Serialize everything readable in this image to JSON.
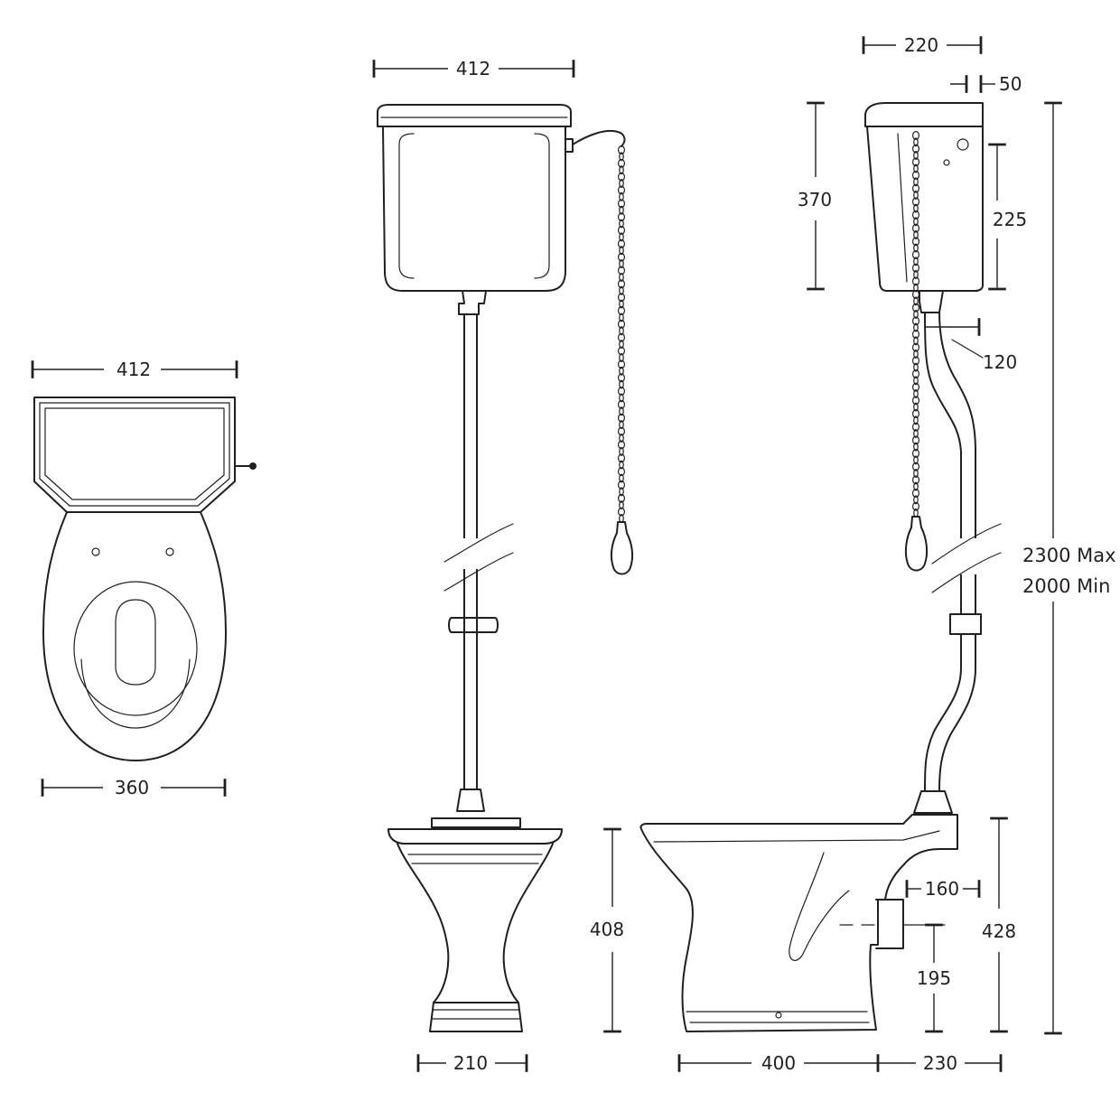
{
  "views": {
    "top": {
      "width_cistern": "412",
      "width_pan": "360"
    },
    "front": {
      "width_cistern": "412",
      "height_pan": "408",
      "width_base": "210"
    },
    "side": {
      "depth_cistern": "220",
      "wall_gap": "50",
      "height_cistern": "370",
      "height_inlet": "225",
      "offset_pipe": "120",
      "height_total_max": "2300 Max",
      "height_total_min": "2000 Min",
      "outlet_offset": "160",
      "height_outlet": "195",
      "height_pan": "428",
      "depth_pan": "400",
      "depth_outlet": "230"
    }
  }
}
